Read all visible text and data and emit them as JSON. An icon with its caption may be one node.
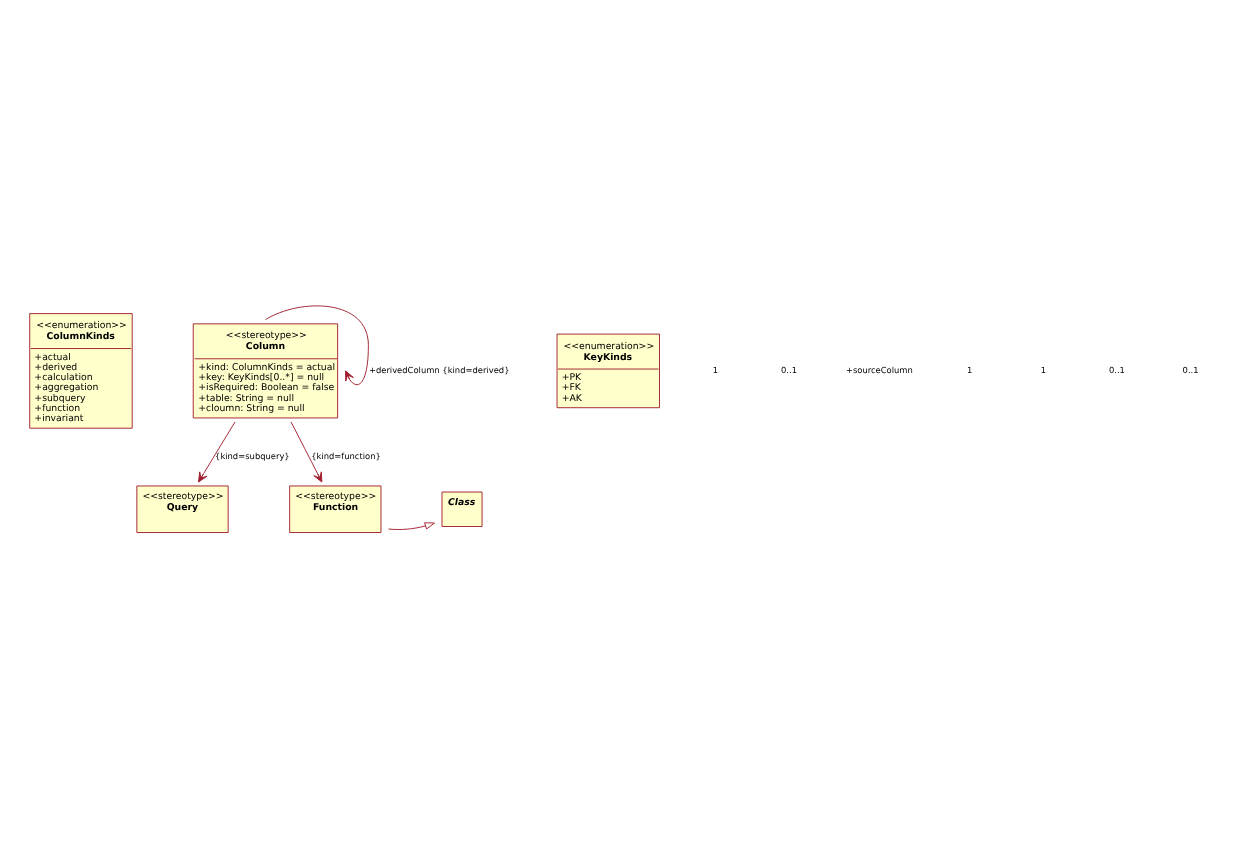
{
  "diagram": {
    "nodes": [
      {
        "text": [
          "<<enumeration>>",
          "ColumnKinds",
          "+actual",
          "+derived",
          "+calculation",
          "+aggregation",
          "+subquery",
          "+function",
          "+invariant"
        ]
      },
      {
        "text": [
          "<<stereotype>>",
          "Column",
          "+kind: ColumnKinds = actual",
          "+key: KeyKinds[0..*] = null",
          "+isRequired: Boolean = false",
          "+table: String = null",
          "+cloumn: String = null"
        ]
      },
      {
        "text": [
          "<<enumeration>>",
          "KeyKinds",
          "+PK",
          "+FK",
          "+AK"
        ]
      },
      {
        "text": [
          "<<stereotype>>",
          "Query"
        ]
      },
      {
        "text": [
          "<<stereotype>>",
          "Function"
        ]
      },
      {
        "text": [
          "Class"
        ]
      }
    ],
    "edges": [
      {
        "from": 1,
        "to": 1,
        "arrow": "to",
        "label": "+derivedColumn {kind=derived}"
      },
      {
        "from": 1,
        "to": 3,
        "arrow": "to",
        "label": "{kind=subquery}"
      },
      {
        "from": 1,
        "to": 4,
        "arrow": "to",
        "label": "{kind=function}"
      },
      {
        "from": 4,
        "to": 5,
        "arrow": "to"
      }
    ],
    "labels": [
      "1",
      "0..1",
      "+sourceColumn",
      "1",
      "1",
      "0..1",
      "0..1"
    ]
  }
}
